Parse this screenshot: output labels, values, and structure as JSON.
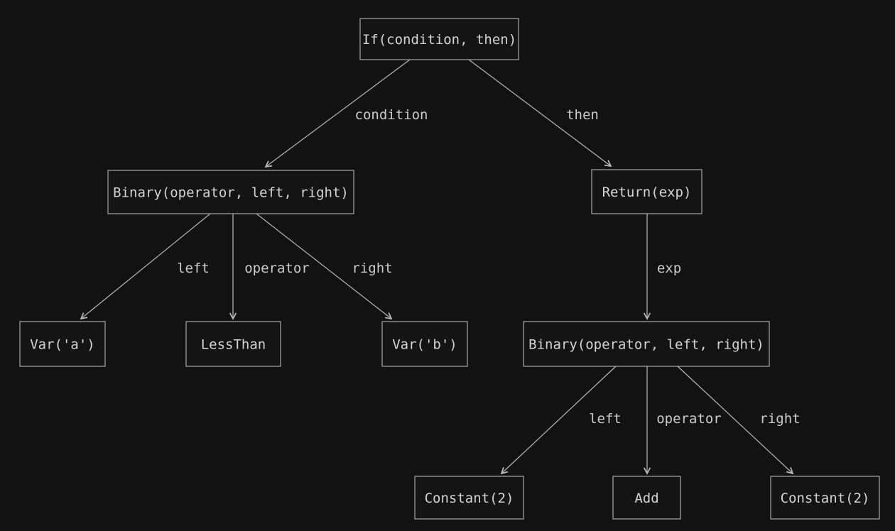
{
  "diagram_title": "abstract-syntax-tree",
  "colors": {
    "background": "#121212",
    "node_border": "#a8a8a8",
    "node_text": "#d4d4d4",
    "edge": "#b8b8b8",
    "edge_label_text": "#cccccc"
  },
  "nodes": {
    "if": "If(condition, then)",
    "binary_condition": "Binary(operator, left, right)",
    "return": "Return(exp)",
    "var_a": "Var('a')",
    "less_than": "LessThan",
    "var_b": "Var('b')",
    "binary_exp": "Binary(operator, left, right)",
    "constant_left": "Constant(2)",
    "add": "Add",
    "constant_right": "Constant(2)"
  },
  "edge_labels": {
    "condition": "condition",
    "then": "then",
    "left_1": "left",
    "operator_1": "operator",
    "right_1": "right",
    "exp": "exp",
    "left_2": "left",
    "operator_2": "operator",
    "right_2": "right"
  }
}
